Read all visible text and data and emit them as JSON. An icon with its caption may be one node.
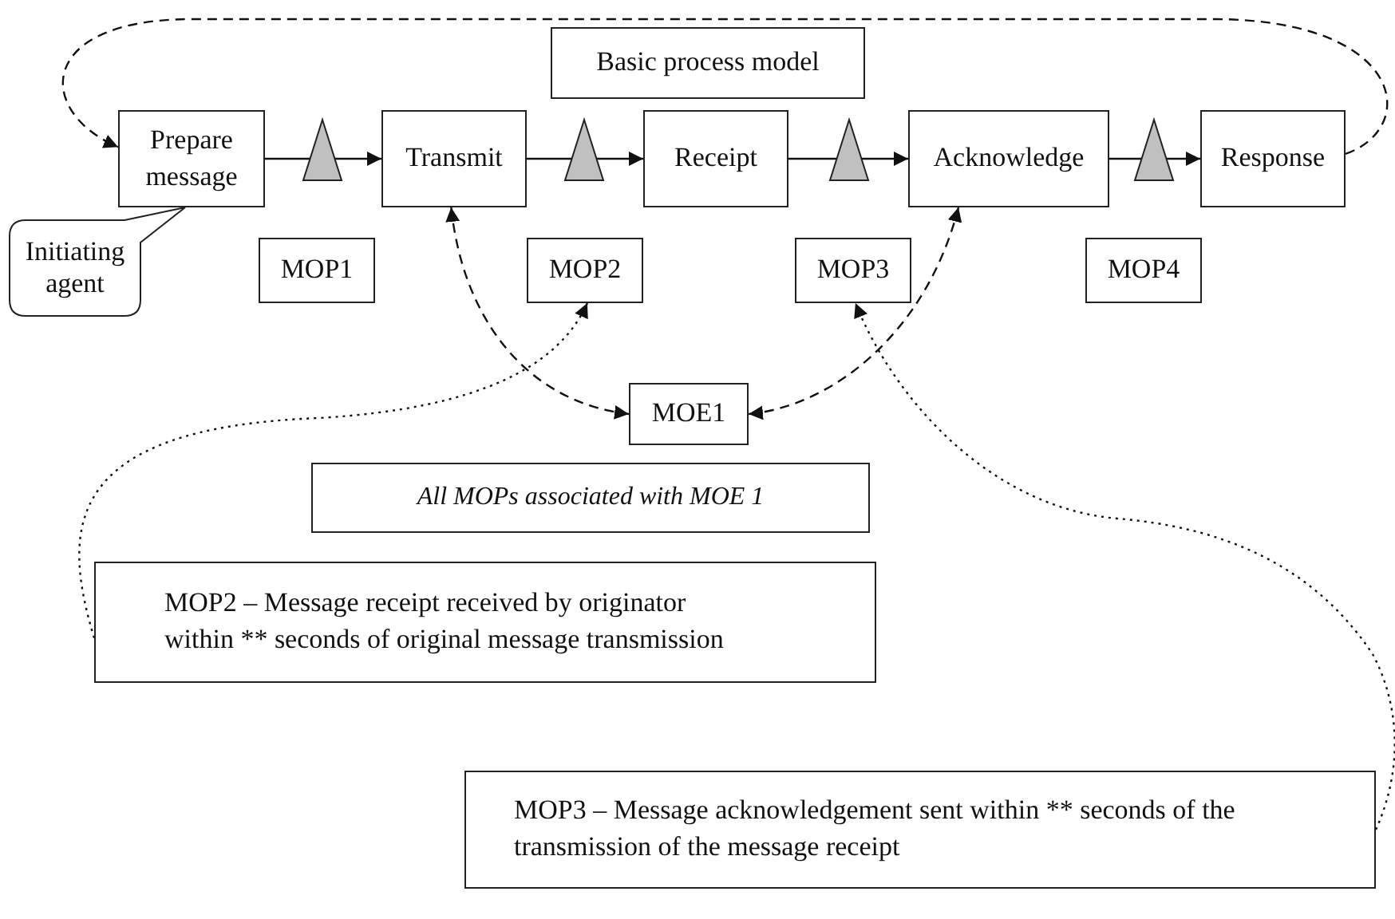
{
  "diagram": {
    "nodes": [
      {
        "text": [
          "Basic process model"
        ]
      },
      {
        "text": [
          "Prepare message"
        ]
      },
      {
        "text": [
          "Transmit"
        ]
      },
      {
        "text": [
          "Receipt"
        ]
      },
      {
        "text": [
          "Acknowledge"
        ]
      },
      {
        "text": [
          "Response"
        ]
      },
      {
        "text": [
          "Initiating agent"
        ]
      },
      {
        "text": [
          "MOP1"
        ]
      },
      {
        "text": [
          "MOP2"
        ]
      },
      {
        "text": [
          "MOP3"
        ]
      },
      {
        "text": [
          "MOP4"
        ]
      },
      {
        "text": [
          "MOE1"
        ]
      },
      {
        "text": [
          "All MOPs associated with MOE 1"
        ]
      },
      {
        "text": [
          "MOP2 – Message receipt received by originator within ** seconds of original message transmission"
        ]
      },
      {
        "text": [
          "MOP3 – Message acknowledgement sent within ** seconds of the transmission of the message receipt"
        ]
      },
      {
        "text": [],
        "shape": "triangle"
      },
      {
        "text": [],
        "shape": "triangle"
      },
      {
        "text": [],
        "shape": "triangle"
      },
      {
        "text": [],
        "shape": "triangle"
      }
    ],
    "edges": [
      {
        "from": 5,
        "to": 1,
        "arrow": "to",
        "style": "dashed"
      },
      {
        "from": 1,
        "to": 15,
        "arrow": "none"
      },
      {
        "from": 15,
        "to": 2,
        "arrow": "to"
      },
      {
        "from": 2,
        "to": 16,
        "arrow": "none"
      },
      {
        "from": 16,
        "to": 3,
        "arrow": "to"
      },
      {
        "from": 3,
        "to": 17,
        "arrow": "none"
      },
      {
        "from": 17,
        "to": 4,
        "arrow": "to"
      },
      {
        "from": 4,
        "to": 18,
        "arrow": "none"
      },
      {
        "from": 18,
        "to": 5,
        "arrow": "to"
      },
      {
        "from": 2,
        "to": 11,
        "arrow": "both",
        "style": "dashed"
      },
      {
        "from": 4,
        "to": 11,
        "arrow": "both",
        "style": "dashed"
      },
      {
        "from": 13,
        "to": 8,
        "arrow": "to",
        "style": "dashed"
      },
      {
        "from": 14,
        "to": 9,
        "arrow": "to",
        "style": "dashed"
      }
    ]
  }
}
